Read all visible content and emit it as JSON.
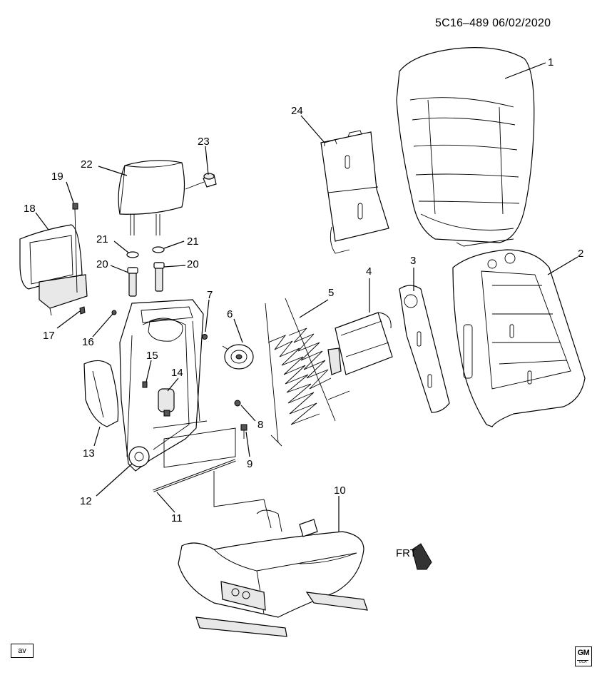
{
  "header": {
    "doc_code": "5C16–489  06/02/2020"
  },
  "footer": {
    "code_box": "av",
    "logo_text": "GM",
    "logo_sub": "OCA"
  },
  "arrow": {
    "label": "FRT"
  },
  "callouts": {
    "c1": "1",
    "c2": "2",
    "c3": "3",
    "c4": "4",
    "c5": "5",
    "c6": "6",
    "c7": "7",
    "c8": "8",
    "c9": "9",
    "c10": "10",
    "c11": "11",
    "c12": "12",
    "c13": "13",
    "c14": "14",
    "c15": "15",
    "c16": "16",
    "c17": "17",
    "c18": "18",
    "c19": "19",
    "c20a": "20",
    "c20b": "20",
    "c21a": "21",
    "c21b": "21",
    "c22": "22",
    "c23": "23",
    "c24": "24"
  }
}
